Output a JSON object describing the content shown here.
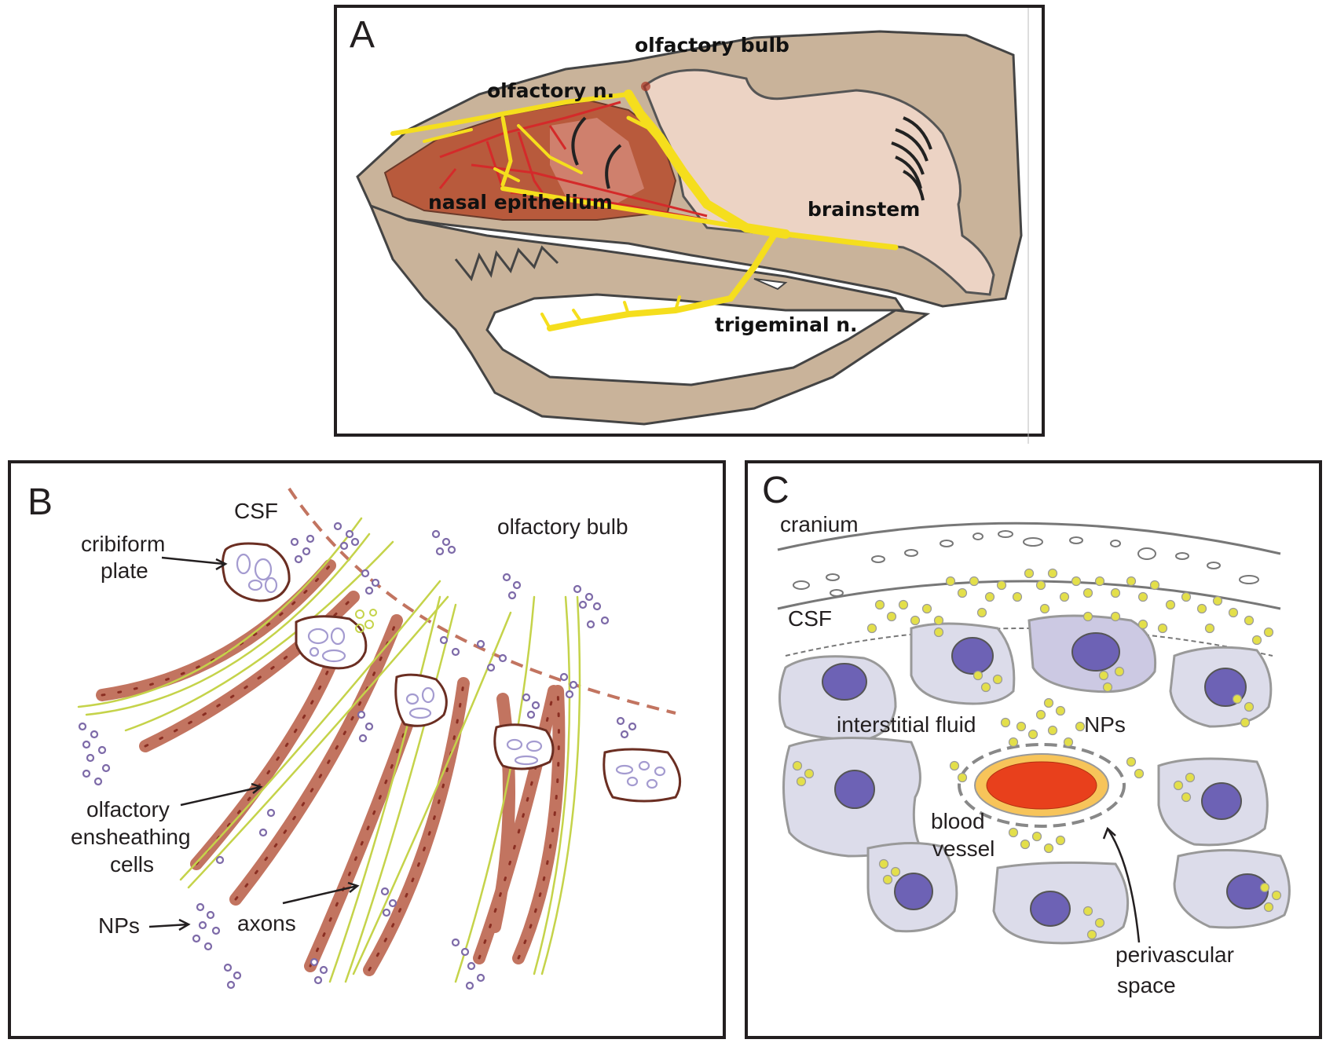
{
  "panel_a": {
    "letter": "A",
    "labels": {
      "olfactory_bulb": "olfactory bulb",
      "olfactory_nerve": "olfactory n.",
      "nasal_epithelium": "nasal epithelium",
      "brainstem": "brainstem",
      "trigeminal_nerve": "trigeminal n."
    }
  },
  "panel_b": {
    "letter": "B",
    "labels": {
      "csf": "CSF",
      "cribiform_line1": "cribiform",
      "cribiform_line2": "plate",
      "olfactory_bulb": "olfactory bulb",
      "oec_line1": "olfactory",
      "oec_line2": "ensheathing",
      "oec_line3": "cells",
      "nps": "NPs",
      "axons": "axons"
    }
  },
  "panel_c": {
    "letter": "C",
    "labels": {
      "cranium": "cranium",
      "csf": "CSF",
      "interstitial_fluid": "interstitial fluid",
      "nps": "NPs",
      "blood_line1": "blood",
      "blood_line2": "vessel",
      "perivascular_line1": "perivascular",
      "perivascular_line2": "space"
    }
  },
  "colors": {
    "skull": "#c9b39a",
    "brain": "#ecd3c4",
    "nerve": "#f5de1d",
    "vessel_red": "#d42a2a",
    "epithelium": "#b85a3c",
    "axon_sheath": "#c27460",
    "nanoparticle_purple": "#7d6aa8",
    "nanoparticle_yellow": "#e3df4a",
    "cell_fill": "#dcdcea",
    "nucleus": "#6d62b5",
    "blood_vessel": "#e8401c",
    "perivascular": "#f7c45a"
  }
}
